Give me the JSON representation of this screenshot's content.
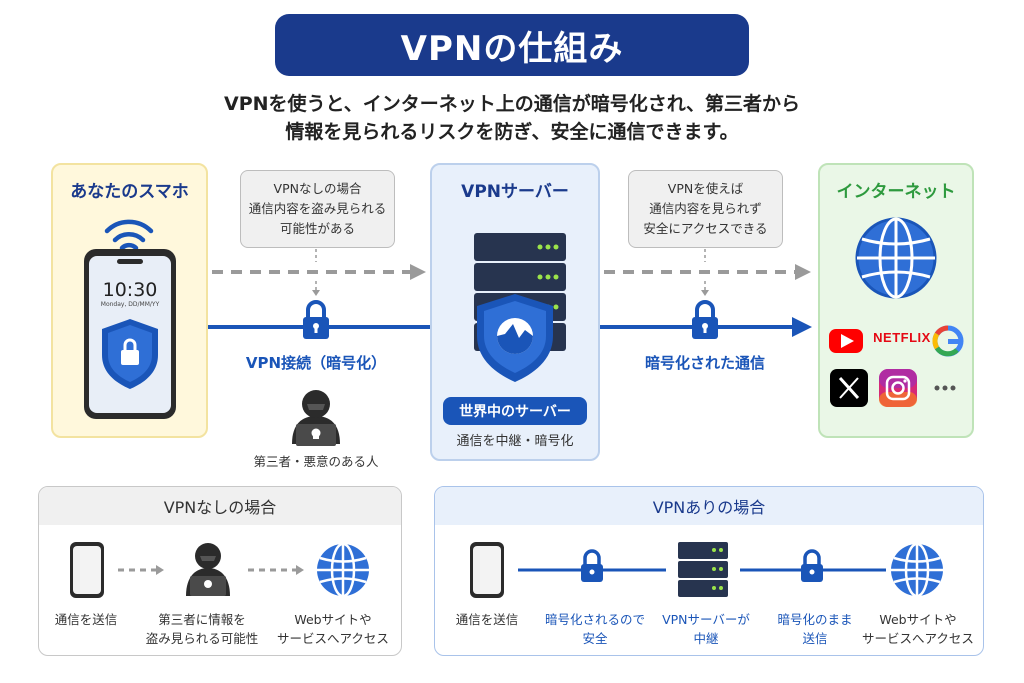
{
  "title": "VPNの仕組み",
  "subtitle": {
    "line1": "VPNを使うと、インターネット上の通信が暗号化され、第三者から",
    "line2": "情報を見られるリスクを防ぎ、安全に通信できます。"
  },
  "phone_panel": {
    "title": "あなたのスマホ",
    "time": "10:30",
    "date": "Monday, DD/MM/YY"
  },
  "note_without": [
    "VPNなしの場合",
    "通信内容を盗み見られる",
    "可能性がある"
  ],
  "note_with": [
    "VPNを使えば",
    "通信内容を見られず",
    "安全にアクセスできる"
  ],
  "vpn_connection_label": "VPN接続（暗号化）",
  "encrypted_label": "暗号化された通信",
  "hacker_label": "第三者・悪意のある人",
  "server_panel": {
    "title": "VPNサーバー",
    "badge": "世界中のサーバー",
    "caption": "通信を中継・暗号化"
  },
  "net_panel": {
    "title": "インターネット",
    "brands": [
      "YouTube",
      "NETFLIX",
      "G",
      "X",
      "Instagram",
      "..."
    ]
  },
  "bottom_without": {
    "header": "VPNなしの場合",
    "labels": [
      [
        "通信を送信"
      ],
      [
        "第三者に情報を",
        "盗み見られる可能性"
      ],
      [
        "Webサイトや",
        "サービスへアクセス"
      ]
    ]
  },
  "bottom_with": {
    "header": "VPNありの場合",
    "labels": [
      [
        "通信を送信"
      ],
      [
        "暗号化されるので",
        "安全"
      ],
      [
        "VPNサーバーが",
        "中継"
      ],
      [
        "暗号化のまま",
        "送信"
      ],
      [
        "Webサイトや",
        "サービスへアクセス"
      ]
    ]
  },
  "colors": {
    "navy": "#1a3a8c",
    "blue": "#1a55b8",
    "gray_arrow": "#9a9a9a",
    "green_title": "#2e9a3e",
    "phone_title": "#1a3a8c"
  }
}
